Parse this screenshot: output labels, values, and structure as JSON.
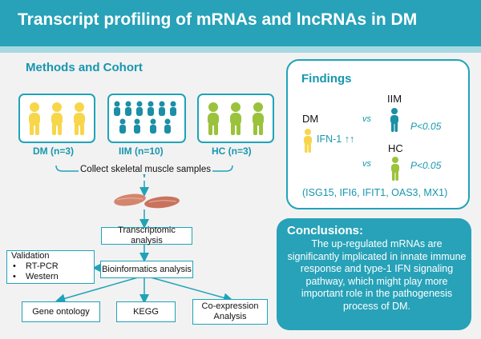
{
  "title": "Transcript profiling of mRNAs and lncRNAs in DM",
  "methods": {
    "heading": "Methods and Cohort",
    "cohorts": [
      {
        "label": "DM (n=3)",
        "color": "#f7d64a"
      },
      {
        "label": "IIM (n=10)",
        "color": "#1b8fa5"
      },
      {
        "label": "HC (n=3)",
        "color": "#9bc23c"
      }
    ],
    "collect": "Collect skeletal muscle samples",
    "transcriptomic": "Transcriptomic analysis",
    "bioinformatics": "Bioinformatics analysis",
    "validation": {
      "title": "Validation",
      "items": [
        "RT-PCR",
        "Western"
      ]
    },
    "outputs": [
      "Gene ontology",
      "KEGG",
      "Co-expression Analysis"
    ]
  },
  "findings": {
    "heading": "Findings",
    "dm_label": "DM",
    "ifn_label": "IFN-1",
    "up_arrows": "↑↑",
    "vs1": "vs",
    "vs2": "vs",
    "iim_label": "IIM",
    "hc_label": "HC",
    "p1": "P<0.05",
    "p2": "P<0.05",
    "genes": "(ISG15, IFI6, IFIT1, OAS3, MX1)"
  },
  "conclusions": {
    "heading": "Conclusions:",
    "text": "The up-regulated mRNAs are significantly implicated in innate immune response and type-1 IFN signaling pathway, which might play more important role in the pathogenesis process of DM."
  }
}
